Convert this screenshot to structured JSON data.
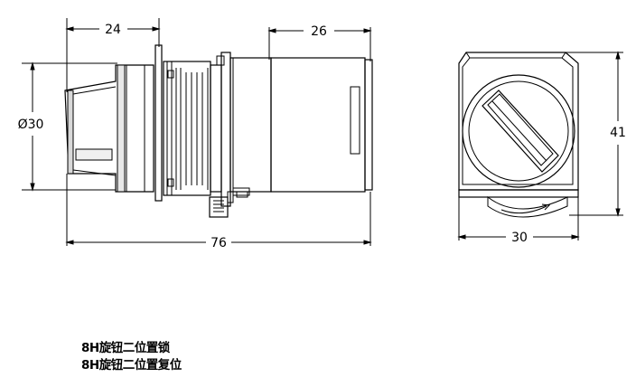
{
  "dimensions": {
    "overall_length": "76",
    "knob_length": "24",
    "body_length": "26",
    "diameter": "Ø30",
    "front_width": "30",
    "front_height": "41"
  },
  "captions": [
    "8H旋钮二位置锁",
    "8H旋钮二位置复位"
  ]
}
